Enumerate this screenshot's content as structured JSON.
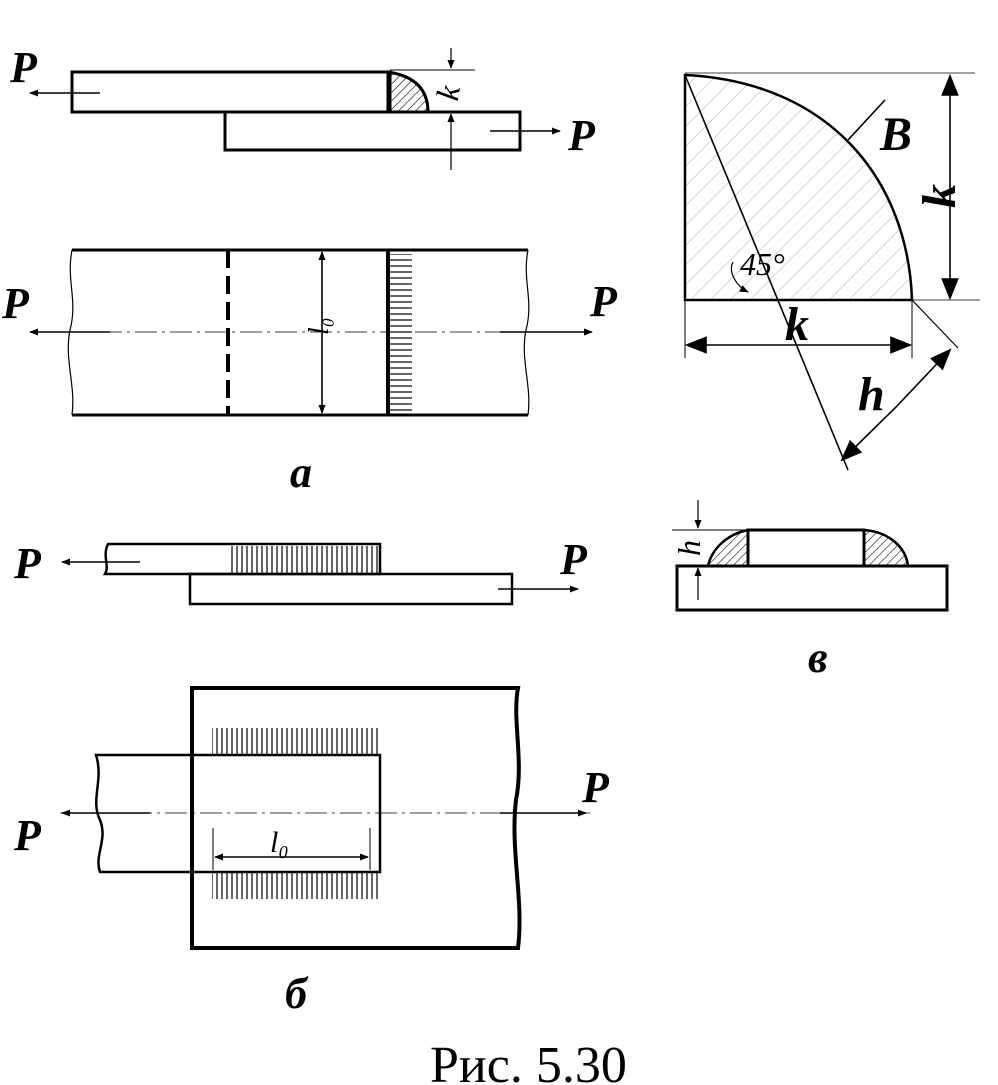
{
  "labels": {
    "force": "P",
    "leg": "k",
    "leg_bold": "k",
    "length": "l₀",
    "throat": "h",
    "angle": "45°",
    "point_b": "B"
  },
  "captions": {
    "a": "а",
    "b": "б",
    "v": "в",
    "figure": "Рис. 5.30"
  }
}
